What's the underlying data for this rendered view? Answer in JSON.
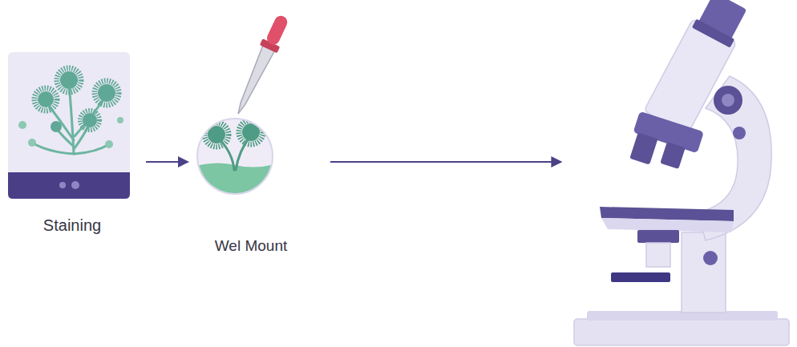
{
  "diagram": {
    "nodes": [
      {
        "text": [
          "Staining"
        ]
      },
      {
        "text": [
          "Wel Mount"
        ]
      }
    ],
    "edges": [
      {
        "from": 0,
        "to": 1,
        "arrow": "to"
      }
    ]
  }
}
